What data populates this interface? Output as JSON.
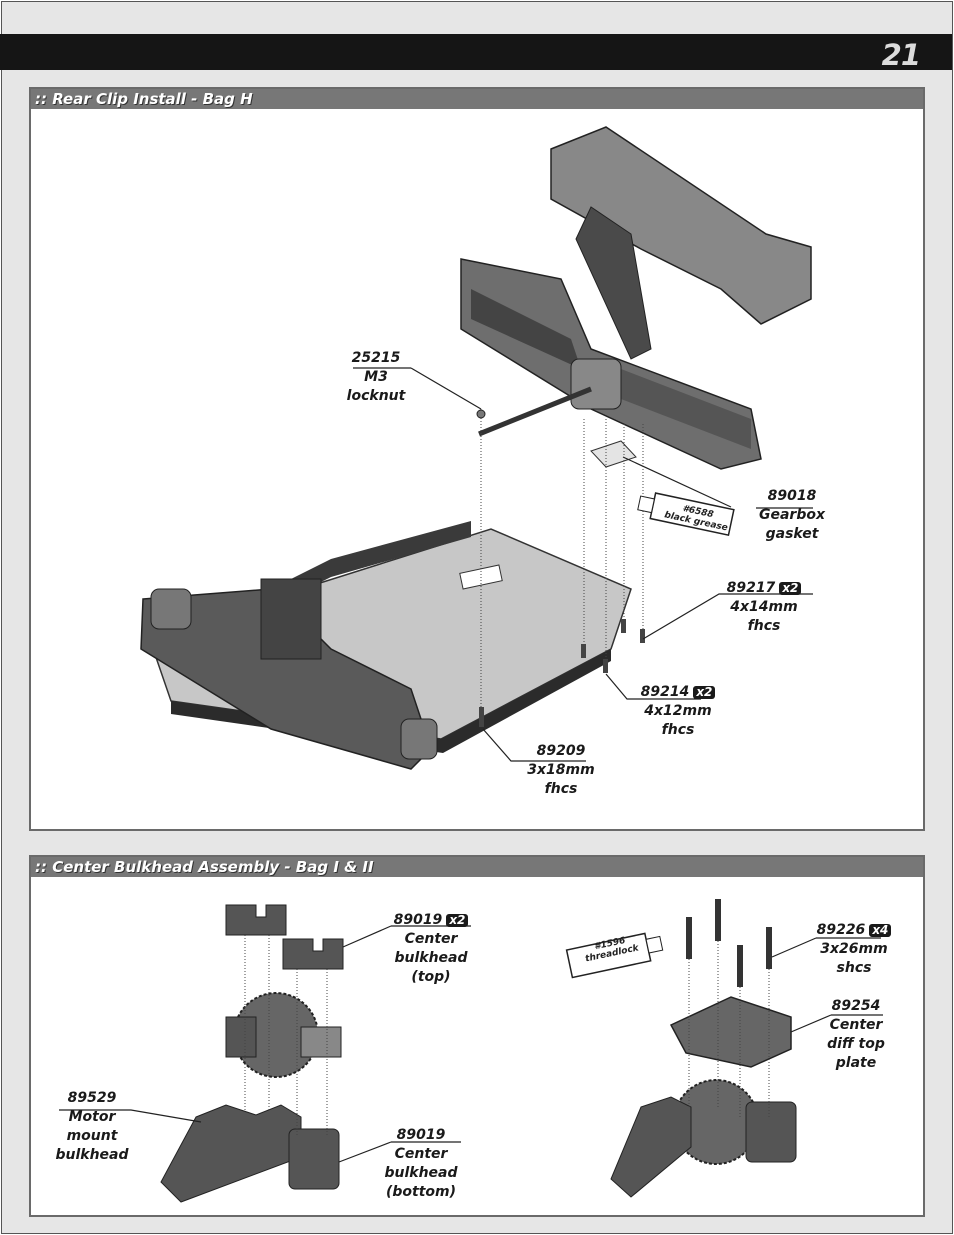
{
  "page": {
    "number": "21"
  },
  "sections": [
    {
      "title": ":: Rear Clip Install - Bag H",
      "callouts": [
        {
          "part": "25215",
          "desc": [
            "M3",
            "locknut"
          ]
        },
        {
          "part": "89018",
          "desc": [
            "Gearbox",
            "gasket"
          ]
        },
        {
          "part": "89217",
          "qty": "x2",
          "desc": [
            "4x14mm",
            "fhcs"
          ]
        },
        {
          "part": "89214",
          "qty": "x2",
          "desc": [
            "4x12mm",
            "fhcs"
          ]
        },
        {
          "part": "89209",
          "desc": [
            "3x18mm",
            "fhcs"
          ]
        }
      ],
      "lube": {
        "code": "#6588",
        "name": "black grease"
      }
    },
    {
      "title": ":: Center Bulkhead Assembly - Bag I & II",
      "callouts": [
        {
          "part": "89019",
          "qty": "x2",
          "desc": [
            "Center",
            "bulkhead",
            "(top)"
          ]
        },
        {
          "part": "89529",
          "desc": [
            "Motor",
            "mount",
            "bulkhead"
          ]
        },
        {
          "part": "89019",
          "desc": [
            "Center",
            "bulkhead",
            "(bottom)"
          ]
        },
        {
          "part": "89226",
          "qty": "x4",
          "desc": [
            "3x26mm",
            "shcs"
          ]
        },
        {
          "part": "89254",
          "desc": [
            "Center",
            "diff top",
            "plate"
          ]
        }
      ],
      "lube": {
        "code": "#1596",
        "name": "threadlock"
      }
    }
  ],
  "colors": {
    "header_bar": "#151515",
    "section_bar": "#777777",
    "page_bg": "#e6e6e6"
  }
}
